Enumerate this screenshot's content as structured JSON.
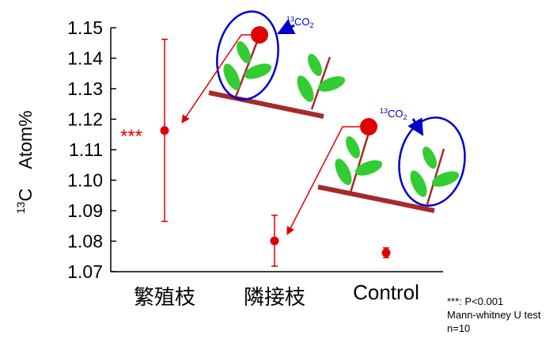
{
  "chart_data": {
    "type": "scatter",
    "title": "",
    "ylabel_sup": "13",
    "ylabel": "C    Atom%",
    "xlabel": "",
    "categories": [
      "繁殖枝",
      "隣接枝",
      "Control"
    ],
    "ylim": [
      1.07,
      1.15
    ],
    "yticks": [
      "1.15",
      "1.14",
      "1.13",
      "1.12",
      "1.11",
      "1.10",
      "1.09",
      "1.08",
      "1.07"
    ],
    "grid": false,
    "series": [
      {
        "values": [
          1.1163,
          1.0801,
          1.0762
        ],
        "err_upper": [
          1.1462,
          1.0885,
          1.0778
        ],
        "err_lower": [
          1.0865,
          1.0718,
          1.0746
        ],
        "color": "#e00000"
      }
    ],
    "annotations": [
      {
        "text": "***",
        "category": "繁殖枝",
        "color": "#e00000"
      }
    ],
    "co2_label": {
      "sup": "13",
      "main": "CO",
      "sub": "2"
    },
    "colors": {
      "marker": "#e00000",
      "label": "#0000c8",
      "leaf": "#33cc33",
      "stem": "#a52a2a"
    },
    "notes": [
      "***: P<0.001",
      "Mann-whitney U test",
      "n=10"
    ]
  }
}
